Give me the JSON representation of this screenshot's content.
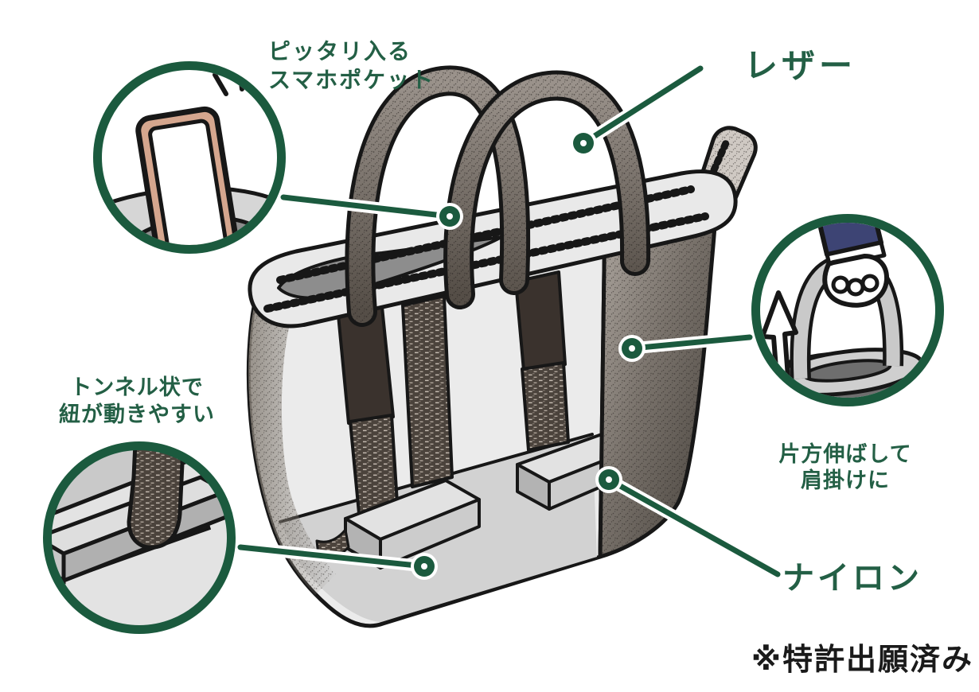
{
  "diagram": {
    "subject": "tote bag feature illustration",
    "callouts": {
      "phone_pocket": {
        "line1": "ピッタリ入る",
        "line2": "スマホポケット"
      },
      "tunnel": {
        "line1": "トンネル状で",
        "line2": "紐が動きやすい"
      },
      "shoulder": {
        "line1": "片方伸ばして",
        "line2": "肩掛けに"
      }
    },
    "material_labels": {
      "leather": "レザー",
      "nylon": "ナイロン"
    },
    "footnote": "※特許出願済み",
    "colors": {
      "accent_green": "#1b5a3e",
      "label_green": "#235f45",
      "outline_black": "#171717",
      "bag_light_gray": "#ebebeb",
      "bag_mid_gray": "#cfcfcf",
      "bag_dark_gray": "#4d4741",
      "strap_brown_black": "#3a322d",
      "webbing_gray": "#4b433c",
      "phone_frame_tan": "#d5a68e",
      "sleeve_navy": "#3d4474"
    }
  }
}
